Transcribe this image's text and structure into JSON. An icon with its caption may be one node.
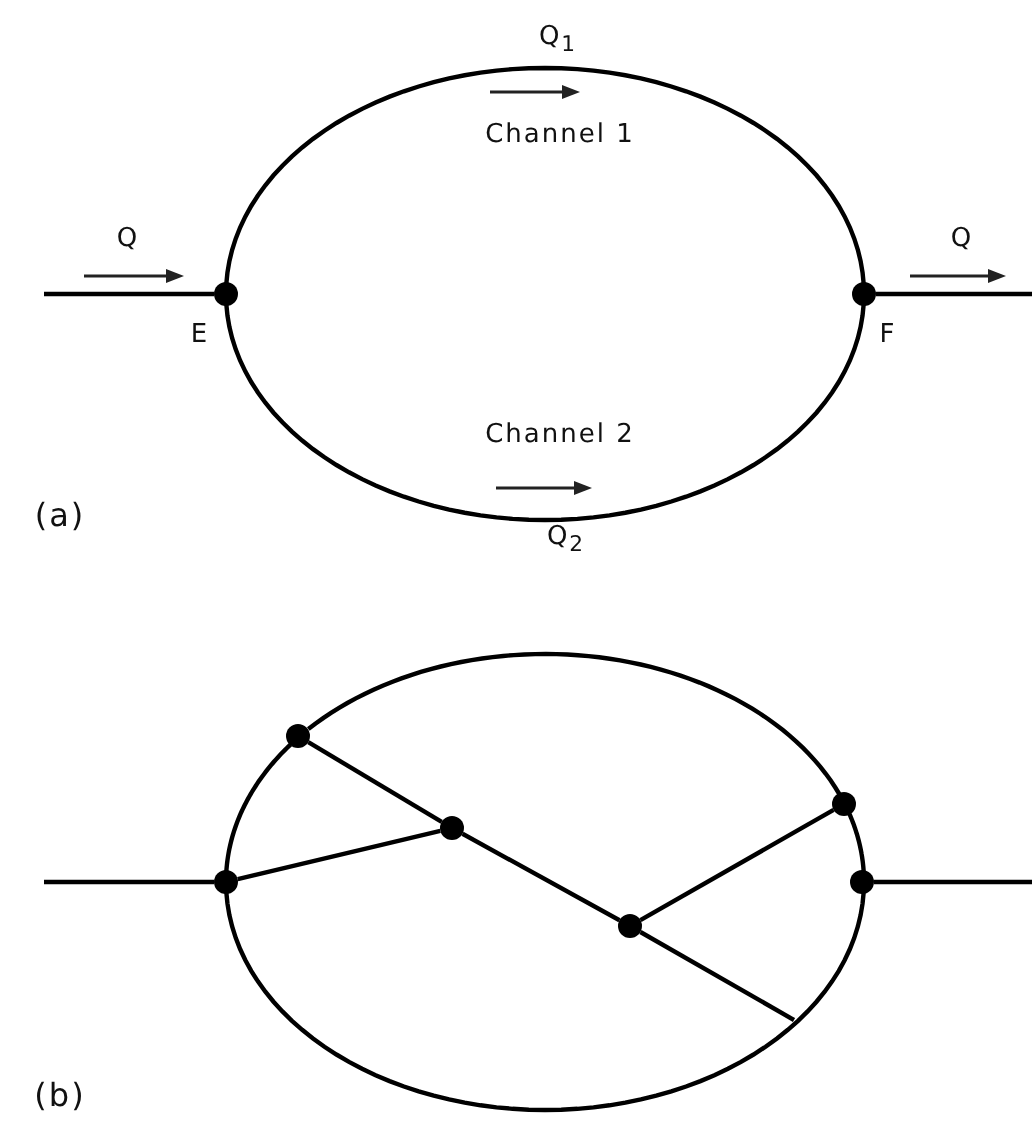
{
  "diagram": {
    "nodes": [
      {
        "text": [],
        "shape": "circle",
        "beside": [
          "E"
        ]
      },
      {
        "text": [],
        "shape": "circle",
        "beside": [
          "F"
        ]
      },
      {
        "text": [],
        "shape": "circle"
      },
      {
        "text": [],
        "shape": "circle"
      },
      {
        "text": [],
        "shape": "circle"
      },
      {
        "text": [],
        "shape": "circle"
      },
      {
        "text": [],
        "shape": "circle"
      },
      {
        "text": [],
        "shape": "circle"
      }
    ],
    "edges": [
      {
        "from": null,
        "to": 0,
        "arrow": "none"
      },
      {
        "from": 0,
        "to": 1,
        "arrow": "none",
        "label": "Channel 1"
      },
      {
        "from": 0,
        "to": 1,
        "arrow": "none",
        "label": "Channel 2"
      },
      {
        "from": 1,
        "to": null,
        "arrow": "none"
      },
      {
        "from": null,
        "to": 2,
        "arrow": "none"
      },
      {
        "from": 2,
        "to": 3,
        "arrow": "none"
      },
      {
        "from": 3,
        "to": 6,
        "arrow": "none"
      },
      {
        "from": 6,
        "to": 7,
        "arrow": "none"
      },
      {
        "from": 7,
        "to": 2,
        "arrow": "none"
      },
      {
        "from": 7,
        "to": null,
        "arrow": "none"
      },
      {
        "from": 3,
        "to": 4,
        "arrow": "none"
      },
      {
        "from": 4,
        "to": 5,
        "arrow": "none"
      },
      {
        "from": 5,
        "to": null,
        "arrow": "none"
      },
      {
        "from": 2,
        "to": 4,
        "arrow": "none"
      },
      {
        "from": 5,
        "to": 6,
        "arrow": "none"
      }
    ],
    "labels": [
      "Q$_{1}$",
      "Q",
      "Q",
      "(a)",
      "Q$_{2}$",
      "(b)"
    ]
  }
}
